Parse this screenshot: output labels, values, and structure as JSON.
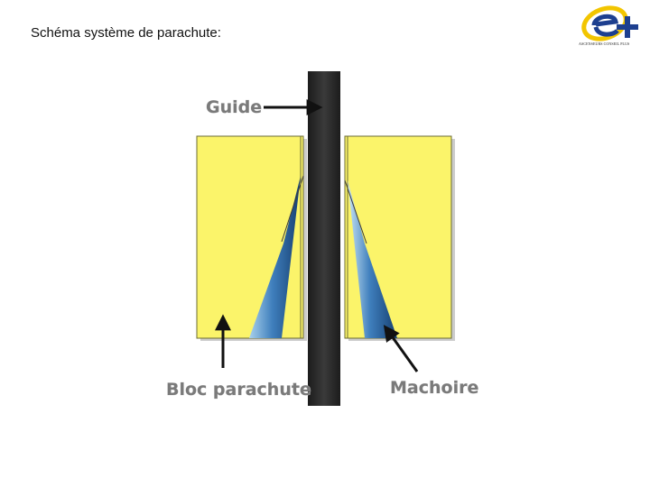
{
  "slide": {
    "title": "Schéma système de parachute:"
  },
  "logo": {
    "icon": "e-plus-logo",
    "caption": "ASCENSEURS CONSEIL PLUS",
    "colors": {
      "primary": "#1d3f8f",
      "accent": "#f2c500"
    }
  },
  "diagram": {
    "labels": {
      "guide": "Guide",
      "block": "Bloc parachute",
      "jaw": "Machoire"
    },
    "colors": {
      "block_fill": "#fbf46a",
      "guide_rail": "#2b2b2b",
      "jaw_dark": "#1e5a93",
      "jaw_light": "#a9d1ec",
      "label_text": "#7a7a7a"
    }
  }
}
